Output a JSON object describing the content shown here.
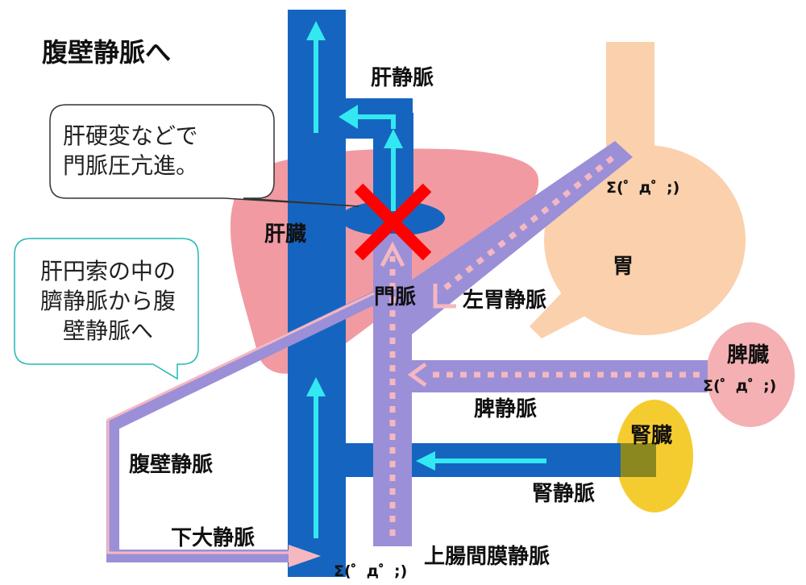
{
  "title": "腹壁静脈へ",
  "callouts": {
    "cirrhosis": {
      "line1": "肝硬変などで",
      "line2": "門脈圧亢進。"
    },
    "umbilical": {
      "line1": "肝円索の中の",
      "line2": "臍静脈から腹",
      "line3": "壁静脈へ"
    }
  },
  "labels": {
    "hepatic_vein": "肝静脈",
    "liver": "肝臓",
    "portal_vein": "門脈",
    "left_gastric_vein": "左胃静脈",
    "stomach": "胃",
    "spleen": "脾臓",
    "splenic_vein": "脾静脈",
    "kidney": "腎臓",
    "renal_vein": "腎静脈",
    "abdominal_wall_vein": "腹壁静脈",
    "ivc": "下大静脈",
    "smv": "上腸間膜静脈"
  },
  "faces": {
    "stomach": "Σ(゜д゜;)",
    "spleen": "Σ(゜д゜;)",
    "smv": "Σ(゜д゜;)"
  },
  "colors": {
    "systemic_vein": "#1565c0",
    "portal_system": "#9b8fd8",
    "flow_arrow": "#33e8f0",
    "portal_dash": "#f5b7c0",
    "liver": "#f29aa2",
    "stomach": "#fbd0ac",
    "spleen": "#f4b0b3",
    "kidney": "#f5cc2f",
    "block_mark": "#ff0000"
  }
}
